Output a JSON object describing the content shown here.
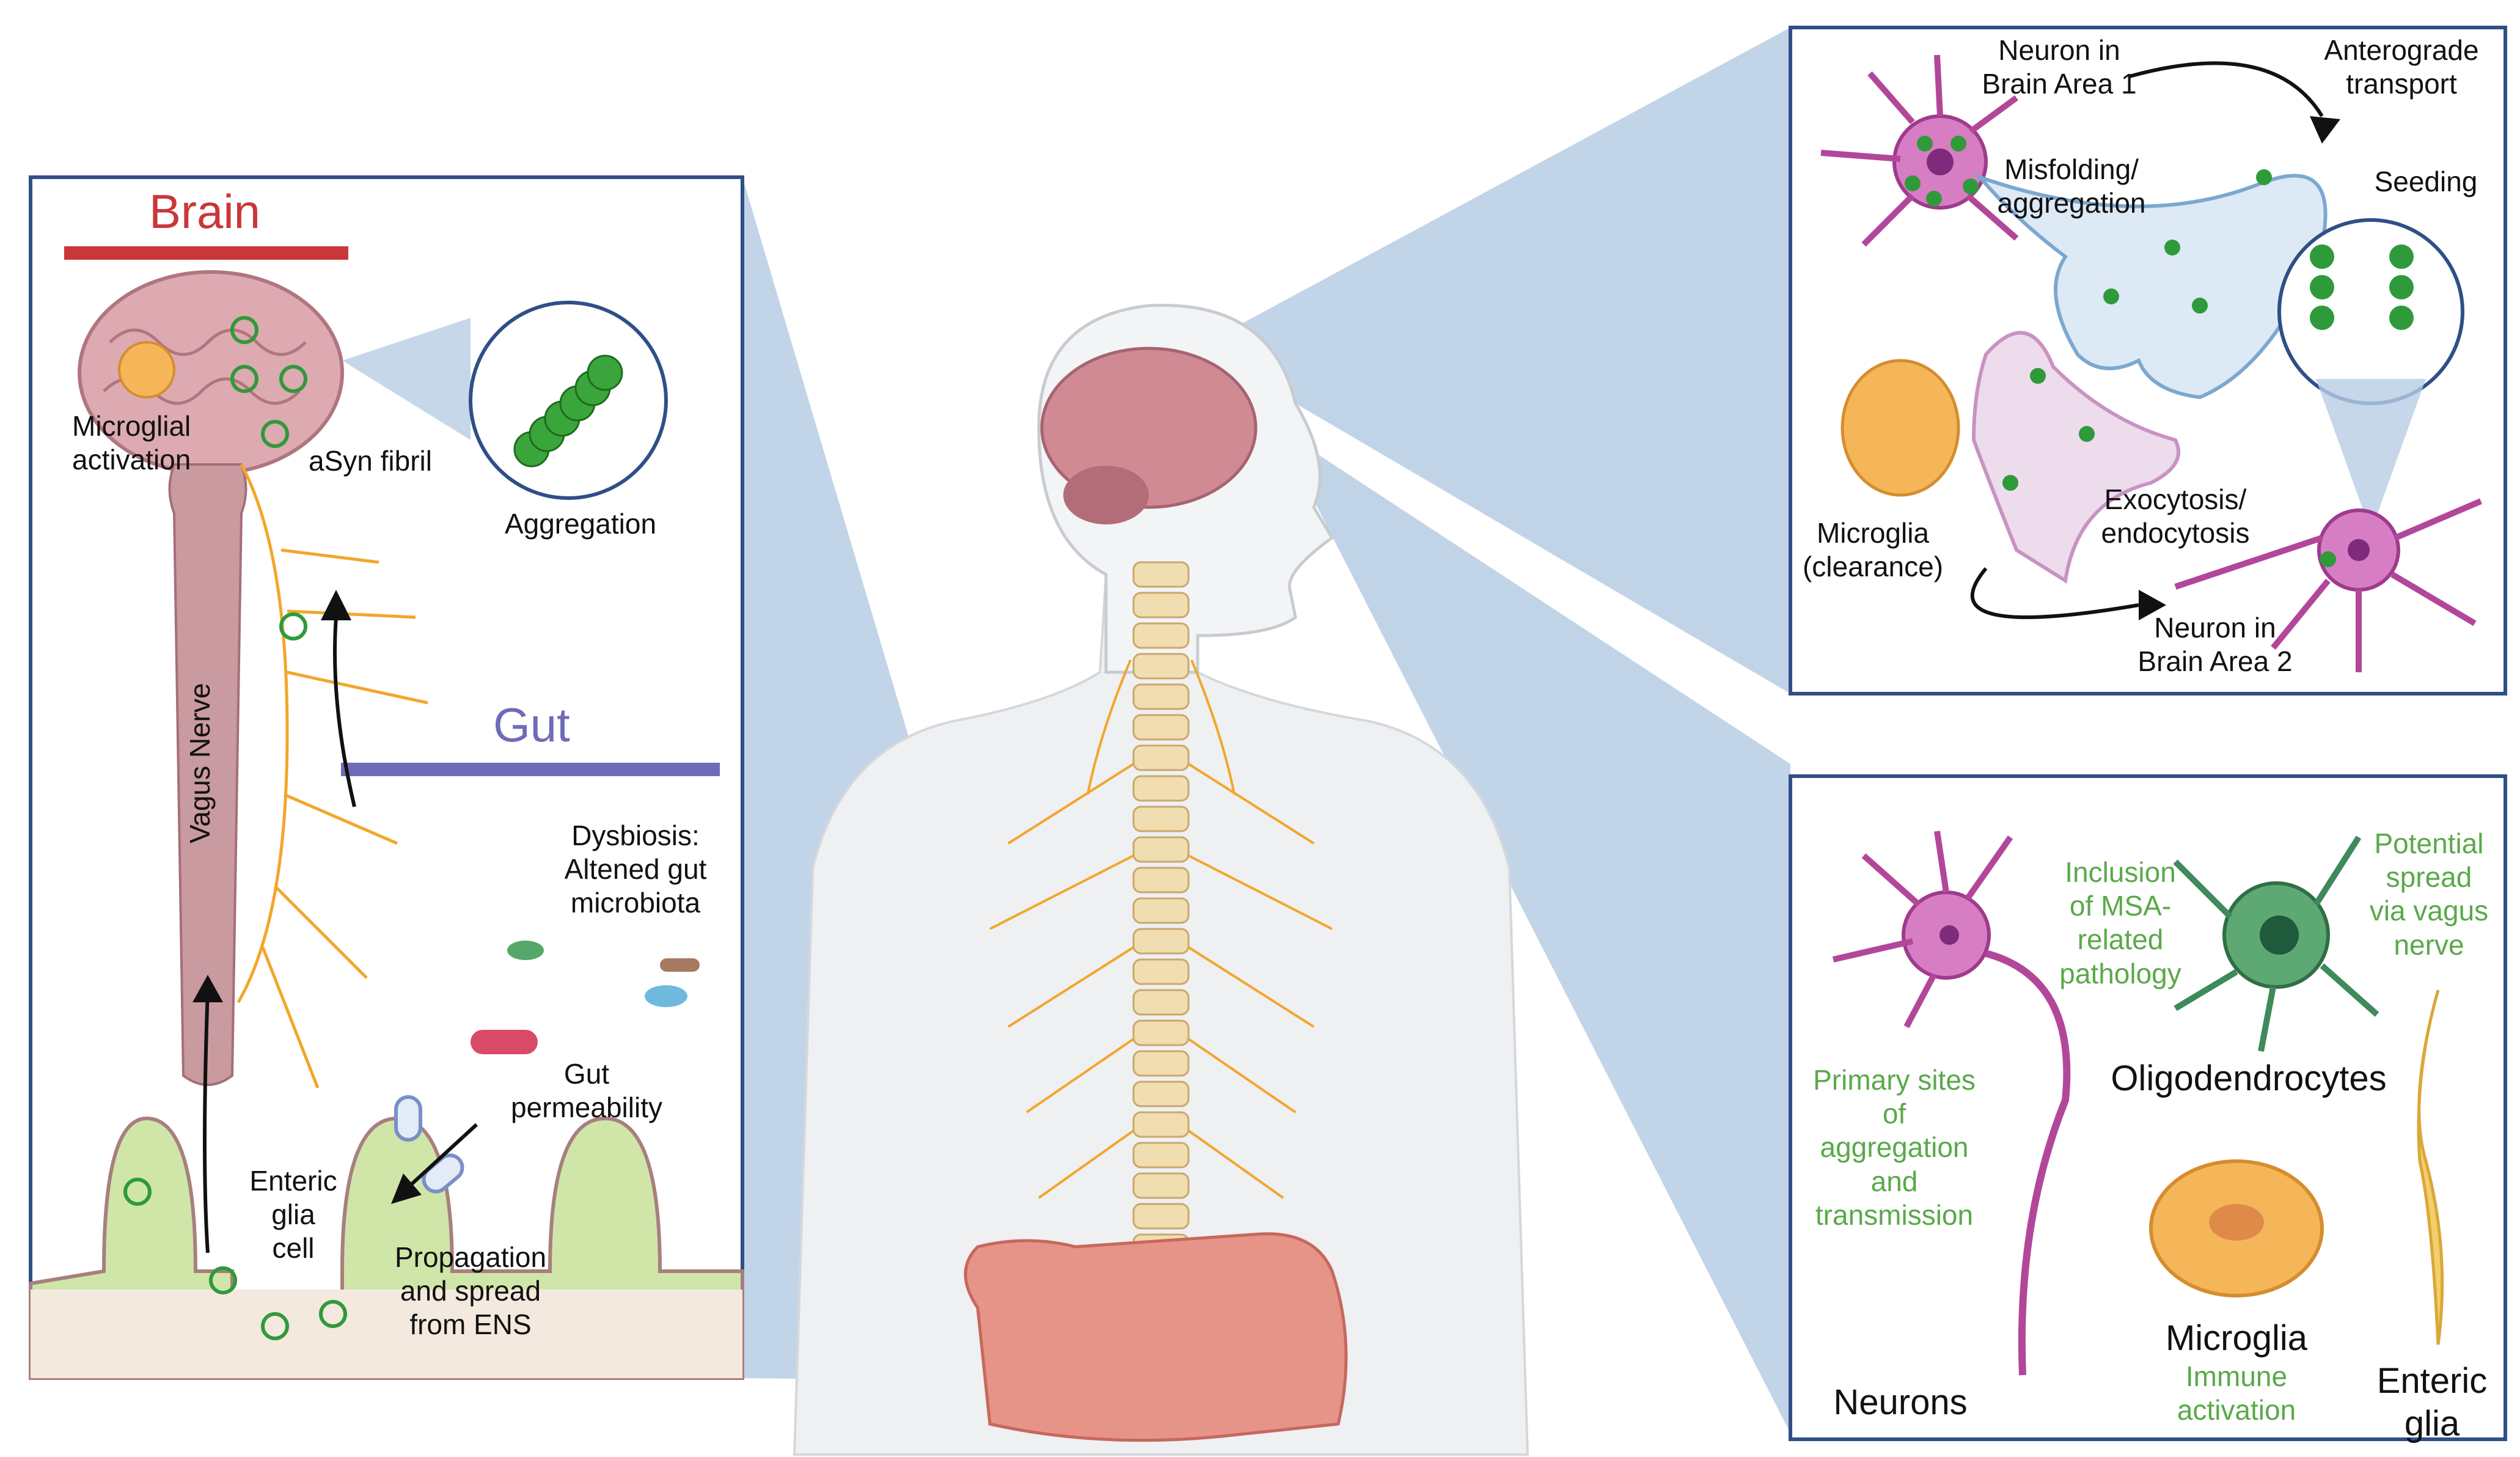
{
  "colors": {
    "brain_bar": "#c9373a",
    "gut_bar": "#6f6bb8",
    "panel_border": "#2f4f86",
    "projection": "#b7cde3",
    "nerve": "#f2a629",
    "asyn": "#3aa53a",
    "neuron": "#b2479a",
    "microglia": "#f5b659",
    "oligodendrocyte": "#3f8a5a",
    "green_text": "#5aa94a"
  },
  "left_panel": {
    "brain_title": "Brain",
    "gut_title": "Gut",
    "microglial_activation": "Microglial\nactivation",
    "asyn_fibril": "aSyn fibril",
    "aggregation": "Aggregation",
    "vagus_nerve": "Vagus Nerve",
    "dysbiosis": "Dysbiosis:\nAltened gut\nmicrobiota",
    "gut_permeability": "Gut\npermeability",
    "enteric_glia_cell": "Enteric\nglia\ncell",
    "propagation": "Propagation\nand spread\nfrom ENS"
  },
  "top_right_panel": {
    "neuron_area1": "Neuron in\nBrain Area 1",
    "anterograde": "Anterograde\ntransport",
    "misfolding": "Misfolding/\naggregation",
    "seeding": "Seeding",
    "microglia_clearance": "Microglia\n(clearance)",
    "exocytosis": "Exocytosis/\nendocytosis",
    "neuron_area2": "Neuron in\nBrain Area 2"
  },
  "bottom_right_panel": {
    "inclusion": "Inclusion\nof MSA-\nrelated\npathology",
    "potential_spread": "Potential\nspread\nvia vagus\nnerve",
    "primary_sites": "Primary sites\nof\naggregation\nand\ntransmission",
    "oligodendrocytes": "Oligodendrocytes",
    "neurons": "Neurons",
    "microglia": "Microglia",
    "immune_activation": "Immune\nactivation",
    "enteric_glia": "Enteric\nglia"
  }
}
